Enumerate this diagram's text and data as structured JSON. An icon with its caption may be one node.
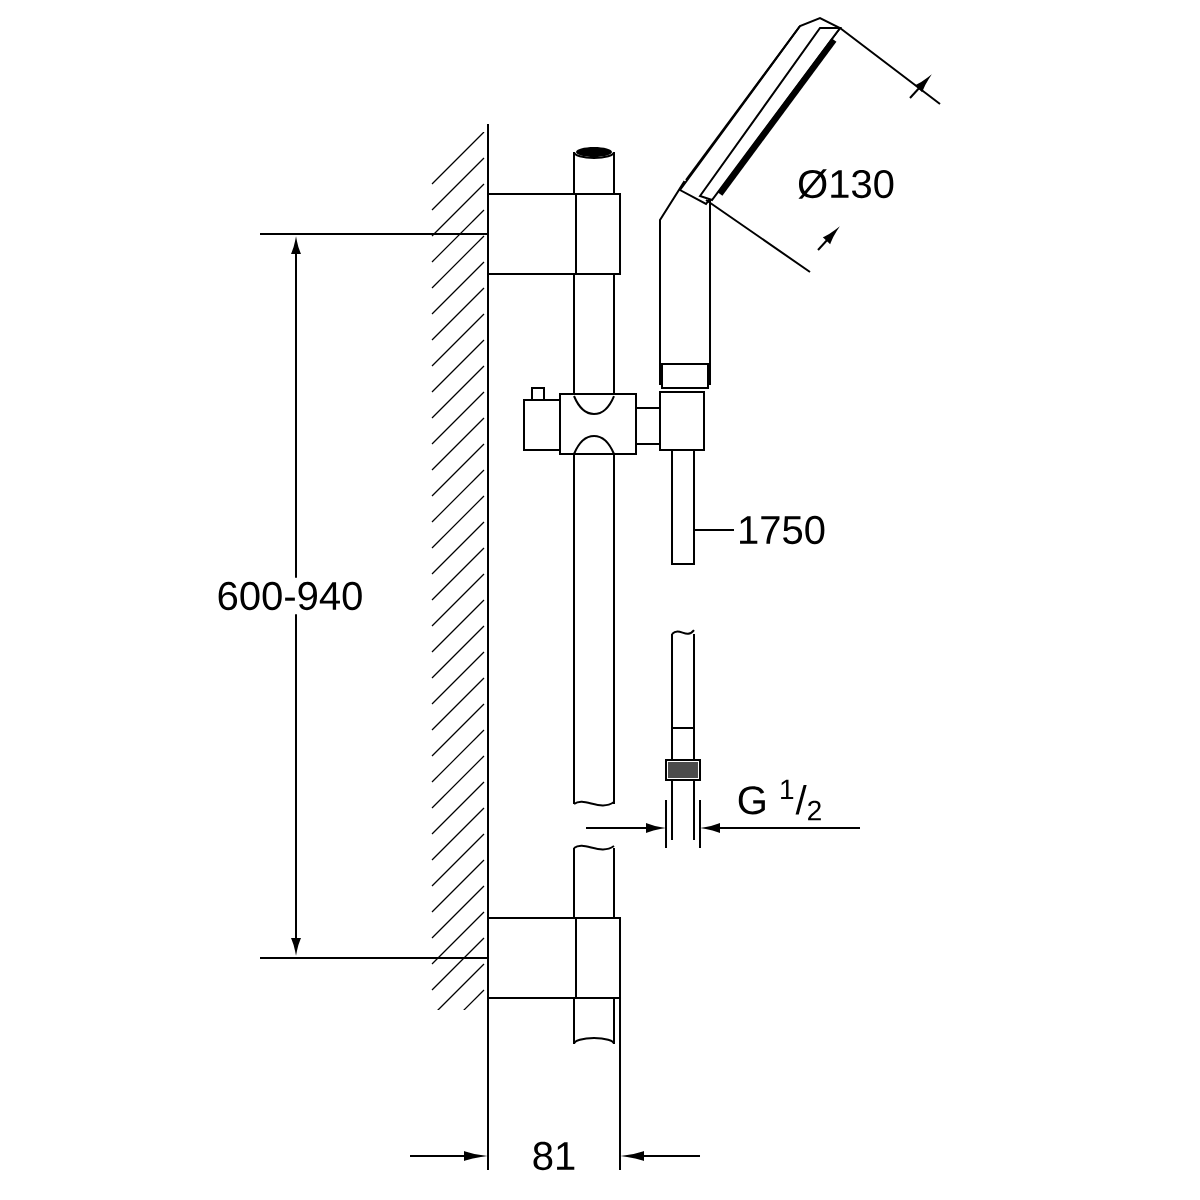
{
  "diagram": {
    "nodes": [
      {
        "text": [
          "1750"
        ]
      },
      {
        "text": [],
        "shape": "bar"
      }
    ],
    "edges": [
      {
        "from": 0,
        "to": 1,
        "arrow": "none"
      }
    ],
    "labels": [
      "Ø130",
      "600-940",
      "G $^{1}$/$_{2}$",
      "81"
    ]
  }
}
